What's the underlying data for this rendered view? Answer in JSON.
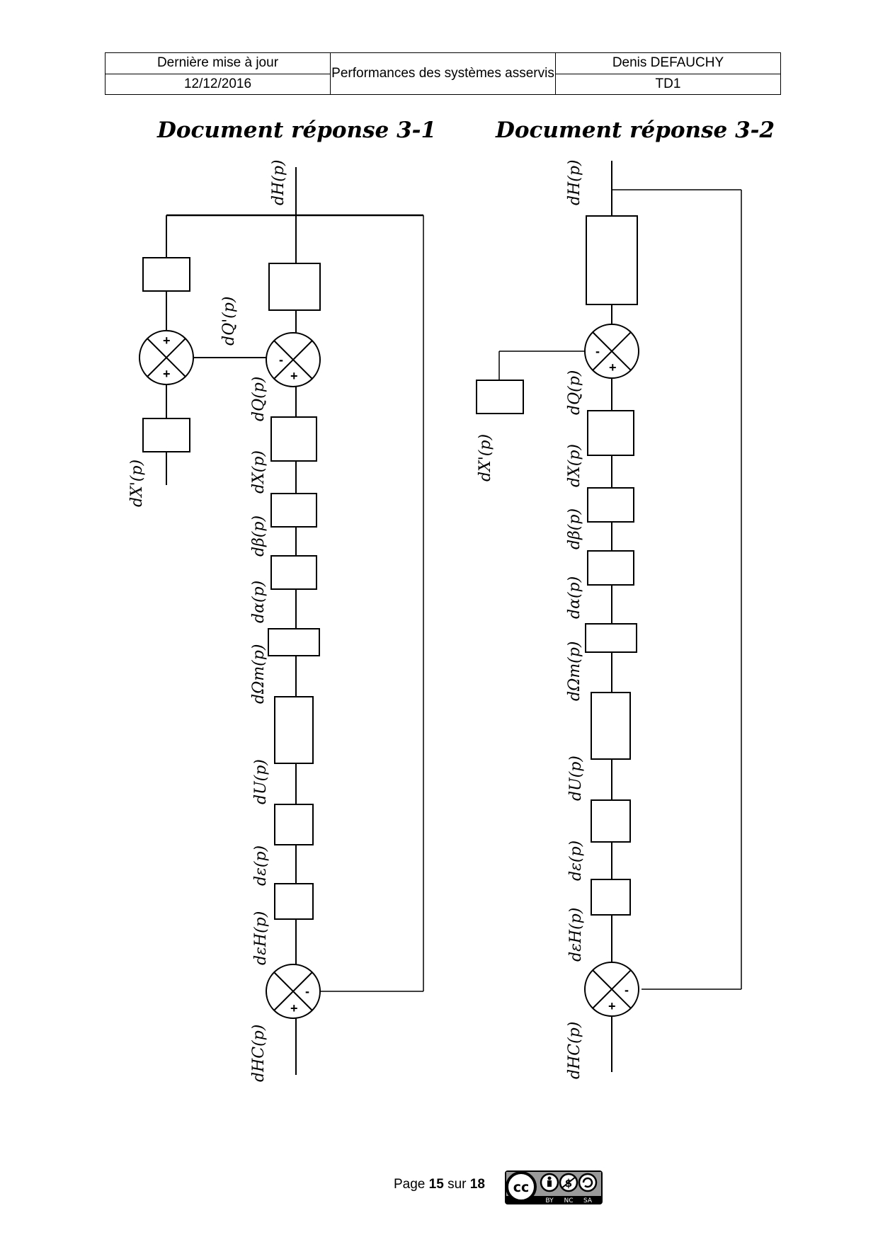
{
  "header": {
    "updated_label": "Dernière mise à jour",
    "updated_date": "12/12/2016",
    "course_title": "Performances des systèmes asservis",
    "author": "Denis DEFAUCHY",
    "doc_id": "TD1"
  },
  "titles": {
    "left": "Document réponse 3-1",
    "right": "Document réponse 3-2"
  },
  "diagram1": {
    "signals": {
      "dH": "dH(p)",
      "dQp": "dQ'(p)",
      "dQ": "dQ(p)",
      "dXp": "dX'(p)",
      "dX": "dX(p)",
      "dBeta": "dβ(p)",
      "dAlpha": "dα(p)",
      "dOmega": "dΩm(p)",
      "dU": "dU(p)",
      "dEps": "dε(p)",
      "dEpsH": "dεH(p)",
      "dHc": "dHC(p)"
    },
    "signs": {
      "left_top": "+",
      "left_bottom": "+",
      "mid_left": "-",
      "mid_bottom": "+",
      "bot_right": "-",
      "bot_bottom": "+"
    }
  },
  "diagram2": {
    "signals": {
      "dH": "dH(p)",
      "dQ": "dQ(p)",
      "dXp": "dX'(p)",
      "dX": "dX(p)",
      "dBeta": "dβ(p)",
      "dAlpha": "dα(p)",
      "dOmega": "dΩm(p)",
      "dU": "dU(p)",
      "dEps": "dε(p)",
      "dEpsH": "dεH(p)",
      "dHc": "dHC(p)"
    },
    "signs": {
      "top_left": "-",
      "top_bottom": "+",
      "bot_right": "-",
      "bot_bottom": "+"
    }
  },
  "footer": {
    "page_prefix": "Page",
    "page_current": "15",
    "page_sep": "sur",
    "page_total": "18"
  },
  "license": {
    "badge": "cc",
    "terms": [
      "BY",
      "NC",
      "SA"
    ],
    "icon": "creative-commons-by-nc-sa-icon"
  }
}
